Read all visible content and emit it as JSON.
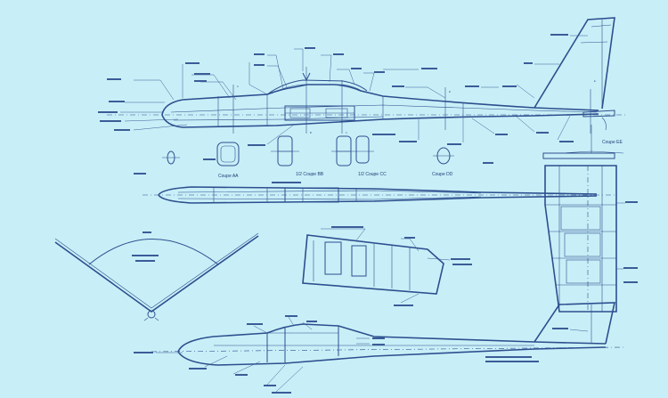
{
  "labels": {
    "coupe_aa": "Coupe AA",
    "coupe_bb": "1/2 Coupe BB",
    "coupe_cc": "1/2 Coupe CC",
    "coupe_dd": "Coupe DD",
    "coupe_ee": "Coupe EE",
    "sec_a": "A",
    "sec_b": "B",
    "sec_c": "C",
    "sec_d": "D",
    "sec_e": "E"
  }
}
